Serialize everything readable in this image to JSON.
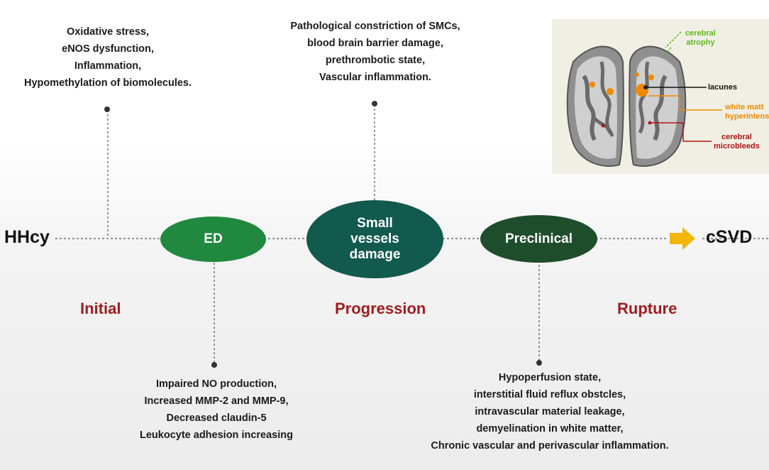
{
  "start_label": "HHcy",
  "end_label": "cSVD",
  "stages": {
    "ed": "ED",
    "small_vessels_line1": "Small",
    "small_vessels_line2": "vessels",
    "small_vessels_line3": "damage",
    "preclinical": "Preclinical"
  },
  "phases": {
    "initial": "Initial",
    "progression": "Progression",
    "rupture": "Rupture"
  },
  "notes": {
    "initial_top": [
      "Oxidative stress,",
      "eNOS dysfunction,",
      "Inflammation,",
      "Hypomethylation of biomolecules."
    ],
    "ed_bottom": [
      "Impaired NO production,",
      "Increased MMP-2 and MMP-9,",
      "Decreased claudin-5",
      "Leukocyte adhesion increasing"
    ],
    "progression_top": [
      "Pathological constriction of SMCs,",
      "blood brain barrier damage,",
      "prethrombotic state,",
      "Vascular inflammation."
    ],
    "rupture_bottom": [
      "Hypoperfusion state,",
      "interstitial fluid reflux obstcles,",
      "intravascular material leakage,",
      "demyelination in white matter,",
      "Chronic vascular and perivascular inflammation."
    ]
  },
  "brain_callouts": {
    "atrophy_line1": "cerebral",
    "atrophy_line2": "atrophy",
    "lacunes": "lacunes",
    "wmh_line1": "white matt",
    "wmh_line2": "hyperintens",
    "cmb_line1": "cerebral",
    "cmb_line2": "microbleeds"
  },
  "colors": {
    "ed_oval": "#21893f",
    "small_vessels_oval": "#12594e",
    "preclinical_oval": "#1e4d2c",
    "phase_text": "#a01d1f",
    "arrow": "#f2b705",
    "atrophy": "#5fb71c",
    "wmh": "#f08a00",
    "cmb": "#b01515"
  }
}
